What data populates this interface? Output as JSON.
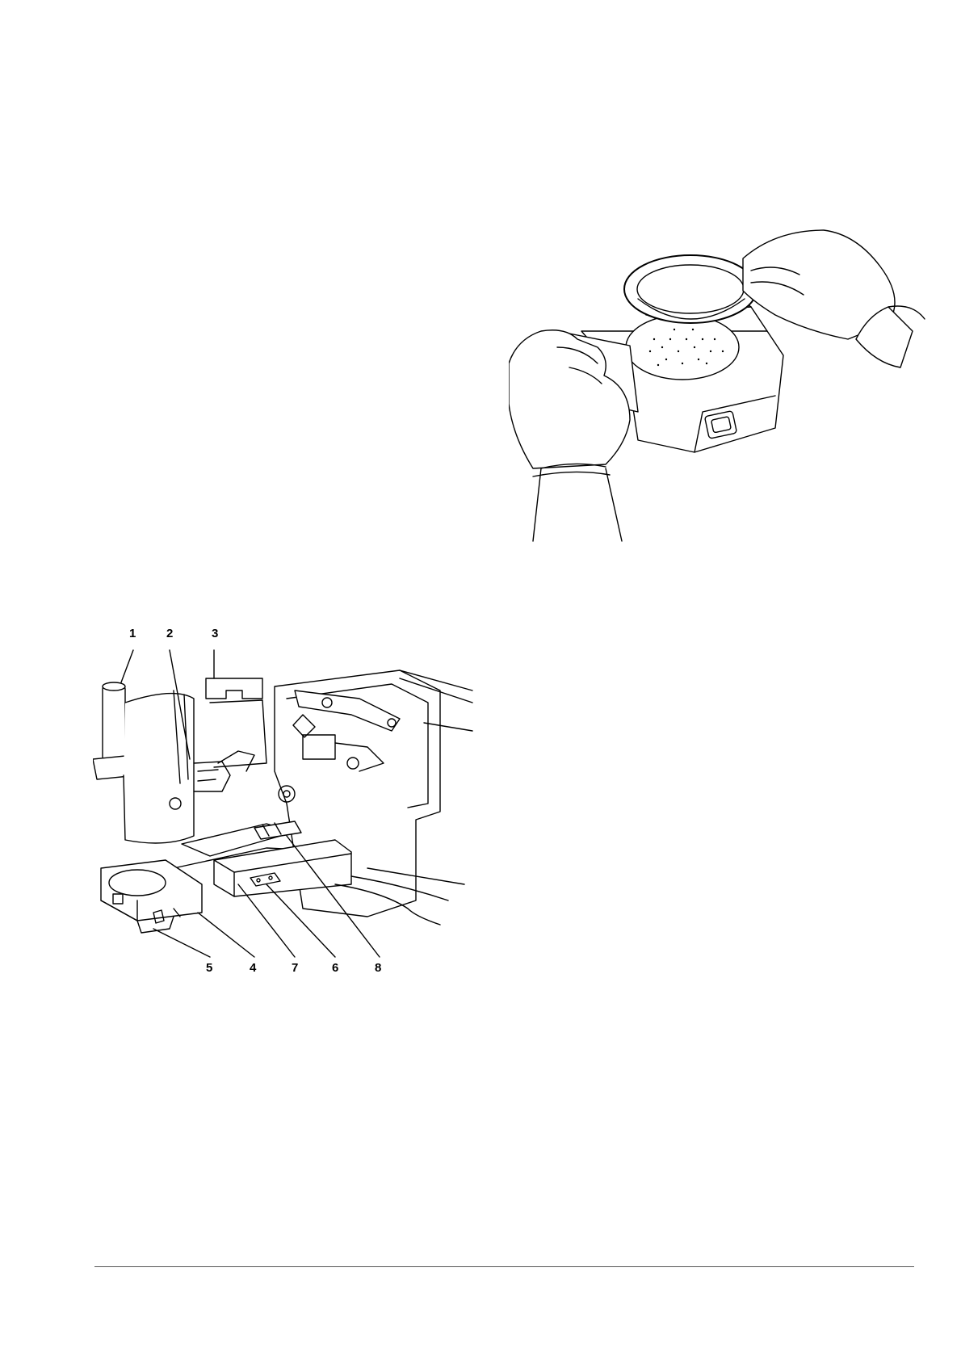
{
  "figure_filter": {
    "icon": "hands-holding-filter-icon"
  },
  "figure_unit": {
    "icon": "burner-unit-icon",
    "callouts": [
      "1",
      "2",
      "3",
      "5",
      "4",
      "7",
      "6",
      "8"
    ]
  }
}
